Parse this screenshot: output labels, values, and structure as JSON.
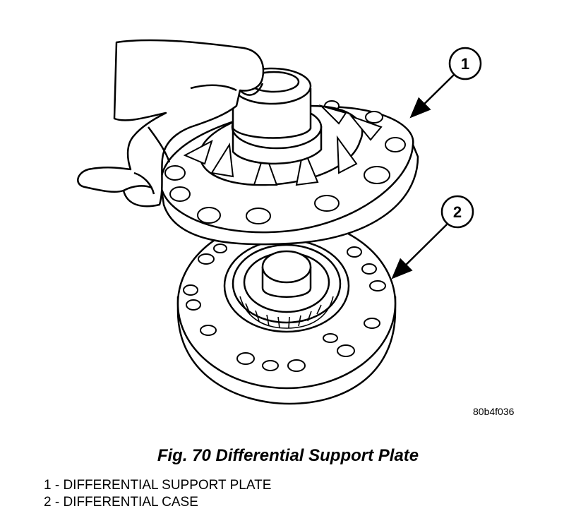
{
  "figure": {
    "callouts": [
      "1",
      "2"
    ],
    "ref_code": "80b4f036"
  },
  "caption": "Fig. 70 Differential Support Plate",
  "legend": [
    "1 - DIFFERENTIAL SUPPORT PLATE",
    "2 - DIFFERENTIAL CASE"
  ]
}
